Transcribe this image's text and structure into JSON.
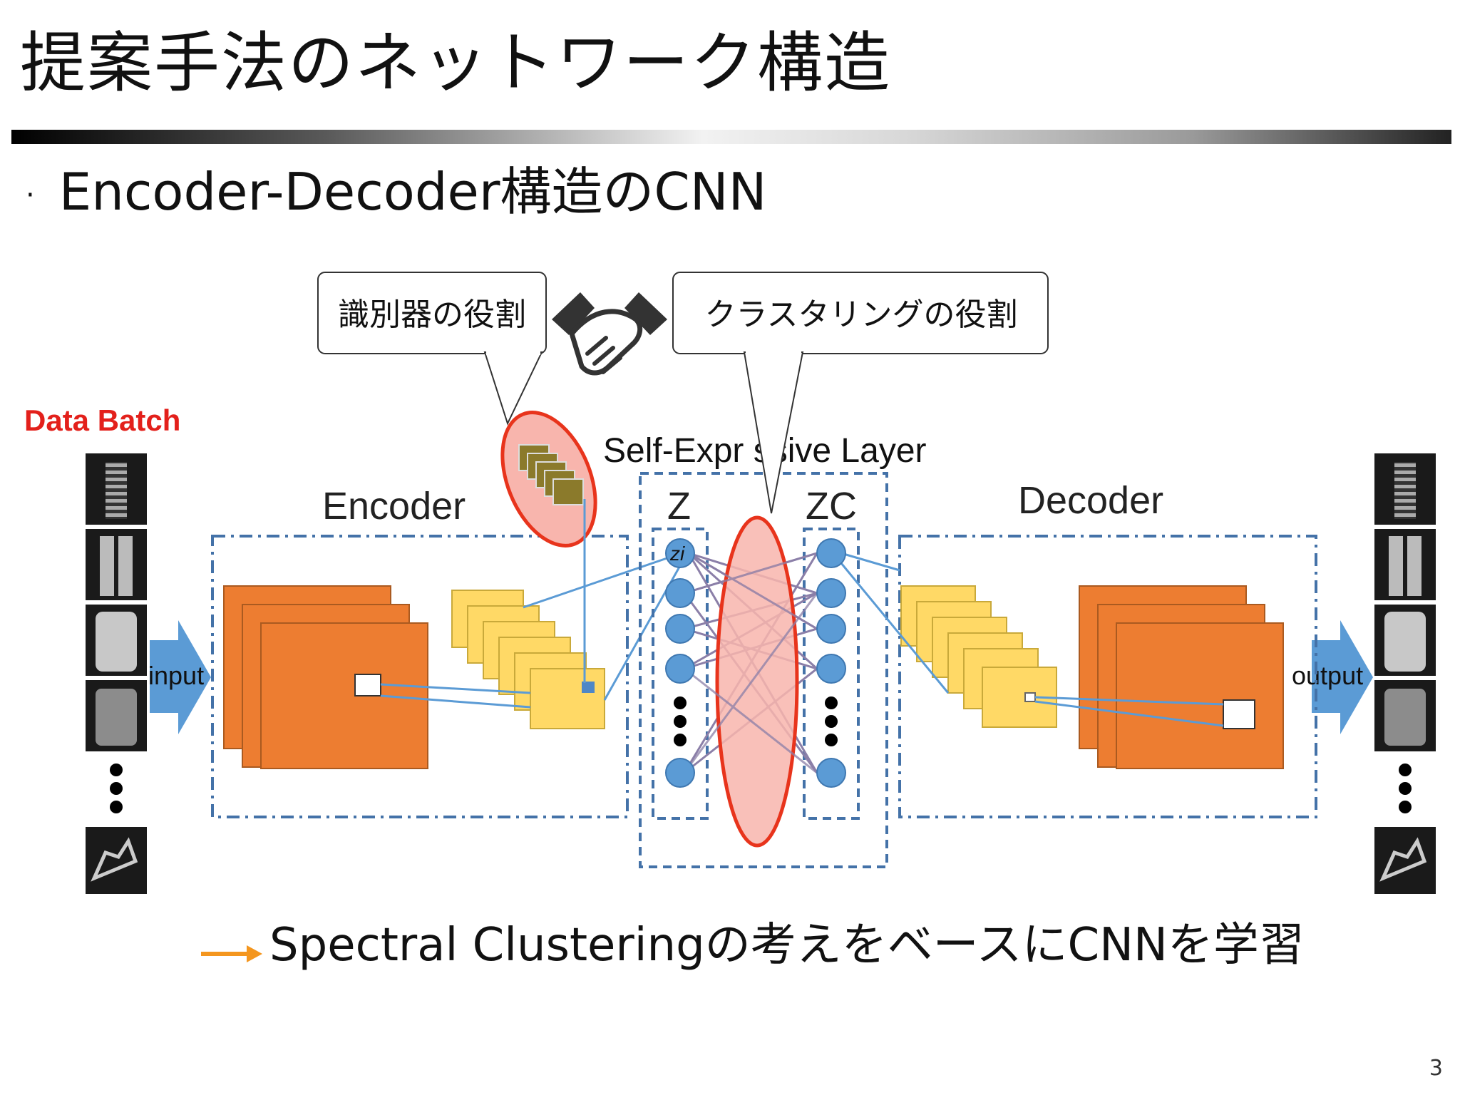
{
  "slide": {
    "title": "提案手法のネットワーク構造",
    "bullet": "Encoder-Decoder構造のCNN",
    "summary": "Spectral Clusteringの考えをベースにCNNを学習",
    "page_number": "3"
  },
  "diagram": {
    "callout_left": "識別器の役割",
    "callout_right": "クラスタリングの役割",
    "data_batch_label": "Data Batch",
    "self_expressive_label": "Self-Expr ssive Layer",
    "encoder_label": "Encoder",
    "decoder_label": "Decoder",
    "z_label": "Z",
    "zc_label": "ZC",
    "zi_label": "zi",
    "input_label": "input",
    "output_label": "output",
    "icons": {
      "handshake": "handshake-icon",
      "arrow": "orange-arrow-icon"
    }
  },
  "colors": {
    "data_batch_red": "#e3201b",
    "encoder_orange": "#ed7d31",
    "feature_yellow": "#ffd966",
    "node_blue": "#5b9bd5",
    "highlight_pink": "#f8b5ad",
    "ellipse_red": "#e8341c",
    "dashed_blue": "#4472a8",
    "arrow_orange": "#f4961e"
  }
}
